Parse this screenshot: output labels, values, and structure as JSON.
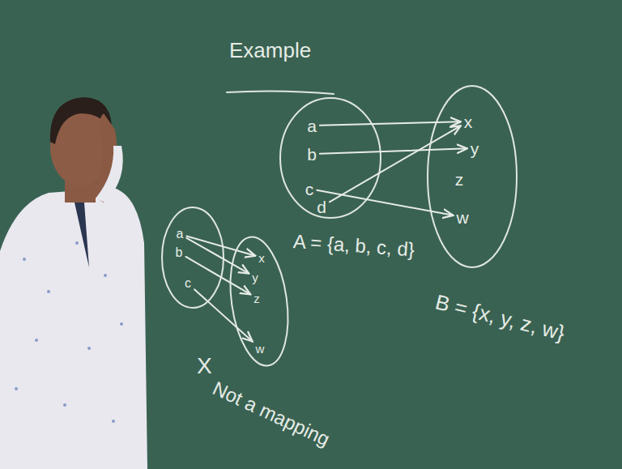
{
  "diagram": {
    "nodes": [
      {
        "text": [
          "a"
        ]
      },
      {
        "text": [
          "b"
        ]
      },
      {
        "text": [
          "c"
        ]
      },
      {
        "text": [
          "d"
        ]
      },
      {
        "text": [
          "x"
        ]
      },
      {
        "text": [
          "y"
        ]
      },
      {
        "text": [
          "z"
        ]
      },
      {
        "text": [
          "w"
        ]
      },
      {
        "text": [
          "a"
        ]
      },
      {
        "text": [
          "b"
        ]
      },
      {
        "text": [
          "c"
        ]
      },
      {
        "text": [
          "x"
        ]
      },
      {
        "text": [
          "y"
        ]
      },
      {
        "text": [
          "z"
        ]
      },
      {
        "text": [
          "w"
        ]
      }
    ],
    "edges": [
      {
        "from": 0,
        "to": 4,
        "arrow": "to"
      },
      {
        "from": 1,
        "to": 5,
        "arrow": "to"
      },
      {
        "from": 3,
        "to": 4,
        "arrow": "to"
      },
      {
        "from": 2,
        "to": 7,
        "arrow": "to"
      },
      {
        "from": 8,
        "to": 11,
        "arrow": "to"
      },
      {
        "from": 8,
        "to": 12,
        "arrow": "to"
      },
      {
        "from": 9,
        "to": 13,
        "arrow": "to"
      },
      {
        "from": 10,
        "to": 14,
        "arrow": "to"
      }
    ],
    "labels": [
      "Example",
      "A = {a, b, c, d}",
      "B = {x, y, z, w}",
      "X",
      "Not a mapping"
    ]
  }
}
